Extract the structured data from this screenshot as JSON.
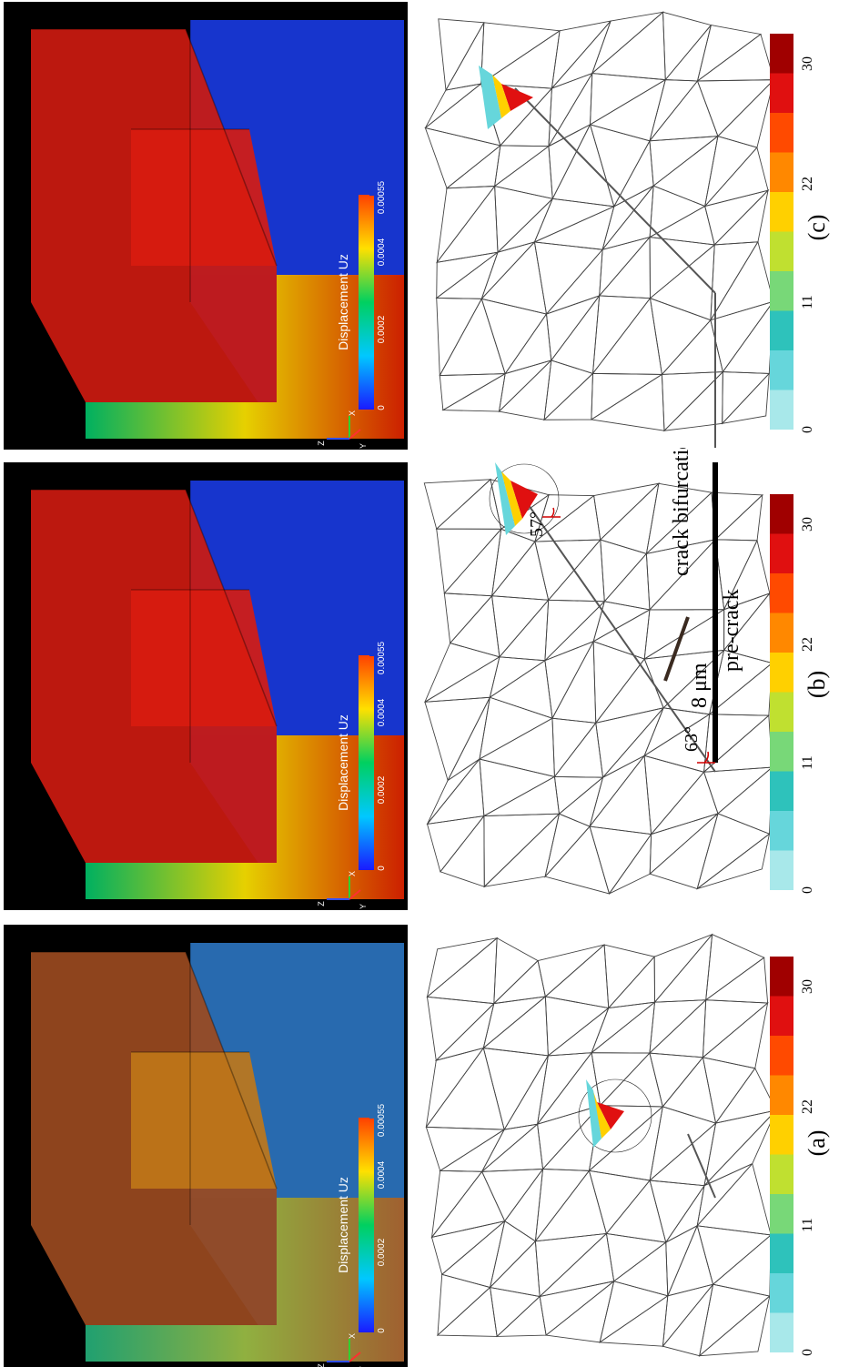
{
  "panels": [
    {
      "id": "a",
      "label": "(a)",
      "render_label": "Displacement Uz",
      "render_ticks": [
        "0",
        "0.0002",
        "0.0004",
        "0.00055"
      ],
      "triad": [
        "Z",
        "X",
        "Y"
      ],
      "legend_ticks": [
        "0",
        "11",
        "22",
        "30"
      ],
      "annotations": []
    },
    {
      "id": "b",
      "label": "(b)",
      "render_label": "Displacement Uz",
      "render_ticks": [
        "0",
        "0.0002",
        "0.0004",
        "0.00055"
      ],
      "triad": [
        "Z",
        "X",
        "Y"
      ],
      "legend_ticks": [
        "0",
        "11",
        "22",
        "30"
      ],
      "annotations": [
        "crack bifurcation",
        "8 μm",
        "pre-crack",
        "63°",
        "57°"
      ]
    },
    {
      "id": "c",
      "label": "(c)",
      "render_label": "Displacement Uz",
      "render_ticks": [
        "0",
        "0.0002",
        "0.0004",
        "0.00055"
      ],
      "triad": [
        "Z",
        "X",
        "Y"
      ],
      "legend_ticks": [
        "0",
        "11",
        "22",
        "30"
      ],
      "annotations": []
    }
  ],
  "colors": {
    "render_bg": "#000000",
    "uz_scale": [
      "#1a1aff",
      "#00c8ff",
      "#00d060",
      "#ffe000",
      "#ff4000"
    ],
    "damage_scale": [
      "#a8e8ea",
      "#66d6db",
      "#2ec2bb",
      "#78d878",
      "#c0e030",
      "#ffd000",
      "#ff8800",
      "#ff4a00",
      "#e01010",
      "#a00000"
    ],
    "mesh_line": "#333333",
    "angle_marker": "#d00000"
  }
}
